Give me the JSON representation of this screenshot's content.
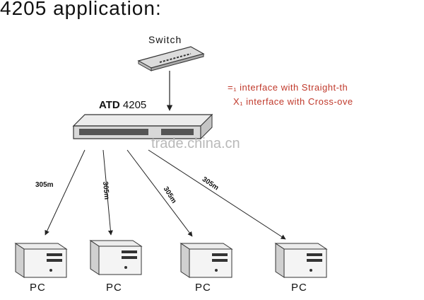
{
  "title": "4205 application:",
  "switch": {
    "label": "Switch"
  },
  "device": {
    "name_bold": "ATD",
    "model": "4205"
  },
  "legend": [
    {
      "text": "=₁ interface with Straight-th"
    },
    {
      "text": "X₁ interface with Cross-ove"
    }
  ],
  "watermark": "trade.china.cn",
  "links": [
    {
      "distance": "305m"
    },
    {
      "distance": "305m"
    },
    {
      "distance": "305m"
    },
    {
      "distance": "305m"
    }
  ],
  "pcs": [
    {
      "label": "PC"
    },
    {
      "label": "PC"
    },
    {
      "label": "PC"
    },
    {
      "label": "PC"
    }
  ],
  "colors": {
    "legend": "#c0392b",
    "line": "#222222",
    "watermark": "#b9b9b9"
  }
}
